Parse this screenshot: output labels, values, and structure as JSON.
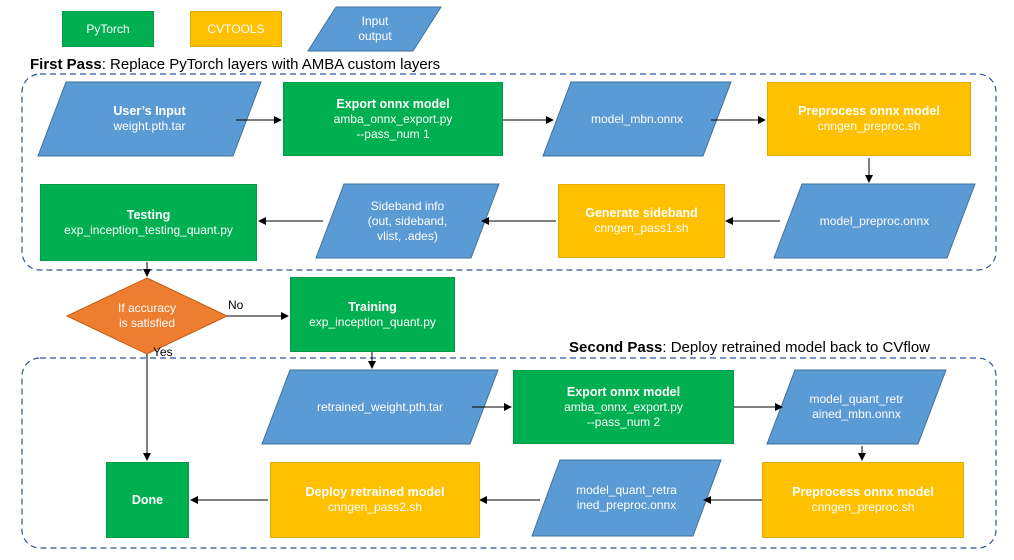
{
  "legend": {
    "pytorch": "PyTorch",
    "cvtools": "CVTOOLS",
    "io_line1": "Input",
    "io_line2": "output"
  },
  "first_pass": {
    "title_bold": "First Pass",
    "title_rest": ": Replace PyTorch layers with AMBA custom layers",
    "users_input": {
      "title": "User’s Input",
      "sub": "weight.pth.tar"
    },
    "export": {
      "title": "Export onnx model",
      "line1": "amba_onnx_export.py",
      "line2": "--pass_num 1"
    },
    "model_mbn": "model_mbn.onnx",
    "preprocess": {
      "title": "Preprocess onnx model",
      "sub": "cnngen_preproc.sh"
    },
    "model_preproc": "model_preproc.onnx",
    "gen_sideband": {
      "title": "Generate sideband",
      "sub": "cnngen_pass1.sh"
    },
    "sideband_info": {
      "line1": "Sideband info",
      "line2": "(out, sideband,",
      "line3": "vlist, .ades)"
    },
    "testing": {
      "title": "Testing",
      "sub": "exp_inception_testing_quant.py"
    }
  },
  "decision": {
    "line1": "If accuracy",
    "line2": "is satisfied",
    "no": "No",
    "yes": "Yes"
  },
  "training": {
    "title": "Training",
    "sub": "exp_inception_quant.py"
  },
  "second_pass": {
    "title_bold": "Second Pass",
    "title_rest": ": Deploy retrained model back to CVflow",
    "retrained_weight": "retrained_weight.pth.tar",
    "export": {
      "title": "Export onnx model",
      "line1": "amba_onnx_export.py",
      "line2": "--pass_num 2"
    },
    "model_quant_mbn": {
      "line1": "model_quant_retr",
      "line2": "ained_mbn.onnx"
    },
    "preprocess": {
      "title": "Preprocess onnx model",
      "sub": "cnngen_preproc.sh"
    },
    "model_quant_preproc": {
      "line1": "model_quant_retra",
      "line2": "ined_preproc.onnx"
    },
    "deploy": {
      "title": "Deploy retrained model",
      "sub": "cnngen_pass2.sh"
    },
    "done": "Done"
  },
  "colors": {
    "pytorch_green": "#00b050",
    "cvtools_gold": "#ffc000",
    "io_blue": "#5b9bd5",
    "decision_orange": "#ed7d31",
    "dashed_border": "#2f5597"
  }
}
